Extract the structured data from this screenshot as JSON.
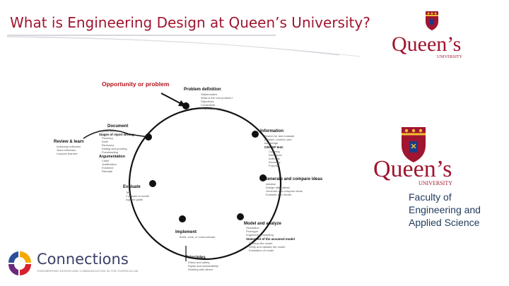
{
  "slide": {
    "title": "What is Engineering Design at Queen’s University?"
  },
  "logo_top": {
    "name": "Queen’s",
    "sub": "UNIVERSITY"
  },
  "logo_main": {
    "name": "Queen’s",
    "sub": "UNIVERSITY"
  },
  "faculty": {
    "line1": "Faculty of",
    "line2": "Engineering and",
    "line3": "Applied Science"
  },
  "diagram": {
    "opportunity": "Opportunity or problem",
    "problem_definition": {
      "title": "Problem definition",
      "items": [
        "Stakeholders",
        "What is the real problem?",
        "Objectives",
        "Constraints",
        "Project planning"
      ]
    },
    "information": {
      "title": "Information",
      "items": [
        "Search for and evaluate",
        "problem, context, and",
        "knowledge",
        "CRAAP test:",
        "Currency",
        "Relevance",
        "Authority",
        "Accuracy",
        "Purpose"
      ]
    },
    "generate": {
      "title": "Generate and compare ideas",
      "items": [
        "Ideation",
        "Design alternatives",
        "Generate and compare ideas",
        "Evaluate and decide"
      ]
    },
    "model": {
      "title": "Model and analyze",
      "items": [
        "Simulation",
        "Prototype",
        "Engineering modeling",
        "Statement of the assumed model",
        "Develop the model",
        "Verify and validate the model",
        "Evaluation of model"
      ]
    },
    "implement": {
      "title": "Implement",
      "items": [
        "Build, code, or communicate"
      ]
    },
    "evaluate": {
      "title": "Evaluate",
      "items": [
        "Test",
        "Compare to model",
        "Against goals"
      ]
    },
    "document": {
      "title": "Document",
      "items": [
        "Reports and notes",
        "Stages of report writing:",
        "Planning",
        "Draft",
        "Revisions",
        "Editing and proofing",
        "Proofreading"
      ]
    },
    "argumentation": {
      "title": "Argumentation",
      "items": [
        "Claim",
        "Justification",
        "Evidence",
        "Rebuttal"
      ]
    },
    "review": {
      "title": "Review & learn",
      "items": [
        "Individual reflection",
        "Team reflection",
        "Lessons learned"
      ]
    },
    "principles": {
      "title": "Principles",
      "items": [
        "Ethics and safety",
        "Equity and sustainability",
        "Working with others"
      ]
    }
  },
  "connections": {
    "name": "Connections",
    "tagline": "ENGINEERING DESIGN AND COMMUNICATION IN THE CURRICULUM"
  },
  "colors": {
    "title": "#a0152f",
    "faculty_text": "#1f3a5a",
    "queens_red": "#a0152f",
    "opportunity_red": "#b5121b",
    "connections_navy": "#3a3f66"
  }
}
